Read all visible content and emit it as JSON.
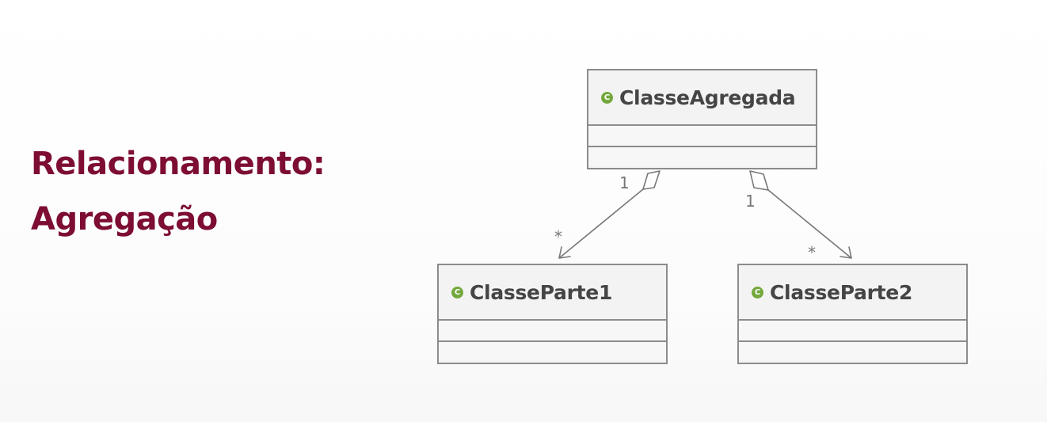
{
  "slide": {
    "title_line1": "Relacionamento:",
    "title_line2": "Agregação",
    "title_color": "#7d0d33"
  },
  "classes": {
    "aggregate": {
      "name": "ClasseAgregada",
      "stereotype_icon": "C"
    },
    "part1": {
      "name": "ClasseParte1",
      "stereotype_icon": "C"
    },
    "part2": {
      "name": "ClasseParte2",
      "stereotype_icon": "C"
    }
  },
  "relationships": [
    {
      "from": "ClasseAgregada",
      "to": "ClasseParte1",
      "type": "aggregation",
      "source_multiplicity": "1",
      "target_multiplicity": "*"
    },
    {
      "from": "ClasseAgregada",
      "to": "ClasseParte2",
      "type": "aggregation",
      "source_multiplicity": "1",
      "target_multiplicity": "*"
    }
  ],
  "colors": {
    "class_icon": "#74a83c",
    "class_border": "#8c8c8c",
    "class_fill": "#f4f4f4",
    "edge": "#777777"
  }
}
